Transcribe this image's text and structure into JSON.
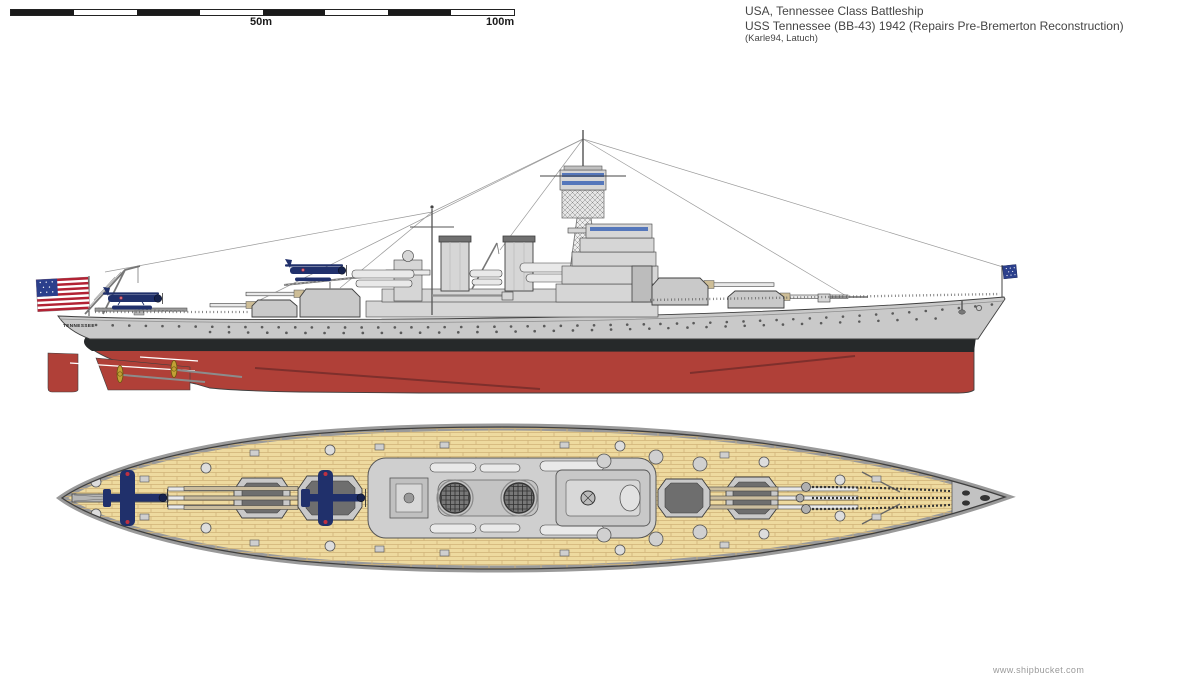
{
  "header": {
    "title_line1": "USA, Tennessee Class Battleship",
    "title_line2": "USS Tennessee (BB-43) 1942 (Repairs Pre-Bremerton Reconstruction)",
    "title_line3": "(Karle94, Latuch)"
  },
  "scale_bar": {
    "mid_label": "50m",
    "end_label": "100m"
  },
  "footer": {
    "watermark": "www.shipbucket.com"
  },
  "ship": {
    "hull_name": "TENNESSEE",
    "views": [
      "side profile",
      "deck plan"
    ],
    "colors": {
      "hull_gray": "#c9c9c9",
      "superstructure_gray": "#d6d6d6",
      "light_gray": "#e9e9e9",
      "outline": "#3f3f3f",
      "boot_stripe": "#26292a",
      "antifouling_red": "#b04038",
      "antifouling_red_dark": "#7e2f2c",
      "deck_tan": "#eeda9f",
      "deck_plank_line": "#cfb278",
      "turret_top_gray": "#6e6e6e",
      "flag_red": "#b22234",
      "flag_blue": "#2b3f8c",
      "window_blue": "#5577bb",
      "aircraft_blue": "#20306b",
      "propeller_gold": "#c2a135",
      "rigging_gray": "#9a9a9a"
    }
  }
}
